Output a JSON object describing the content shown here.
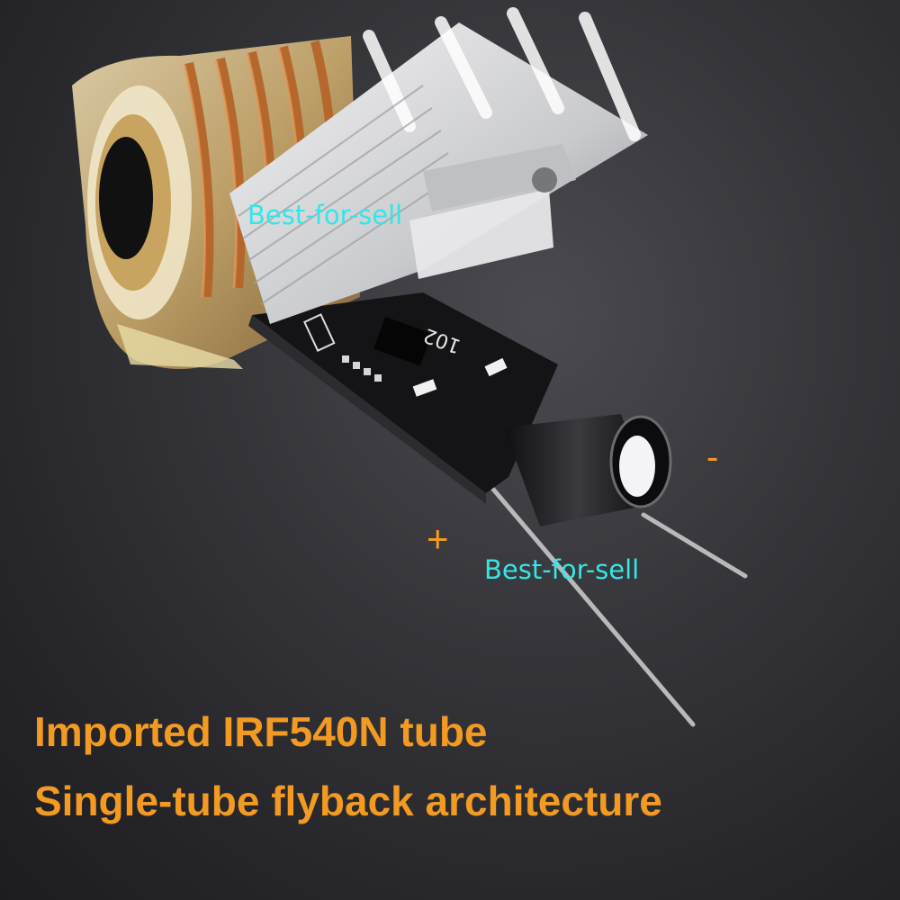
{
  "photo": {
    "subject": "high-voltage-generator-module",
    "watermark_top": "Best-for-sell",
    "watermark_bottom": "Best-for-sell",
    "minus_sign": "-",
    "plus_sign": "+",
    "board_marking": "102",
    "caption_line1": "Imported IRF540N tube",
    "caption_line2": "Single-tube flyback architecture",
    "colors": {
      "caption": "#f29a22",
      "watermark": "#35e6e6",
      "background": "#2f2f33",
      "copper": "#c8742e",
      "heatsink": "#d9dadc",
      "pcb": "#121214"
    }
  }
}
